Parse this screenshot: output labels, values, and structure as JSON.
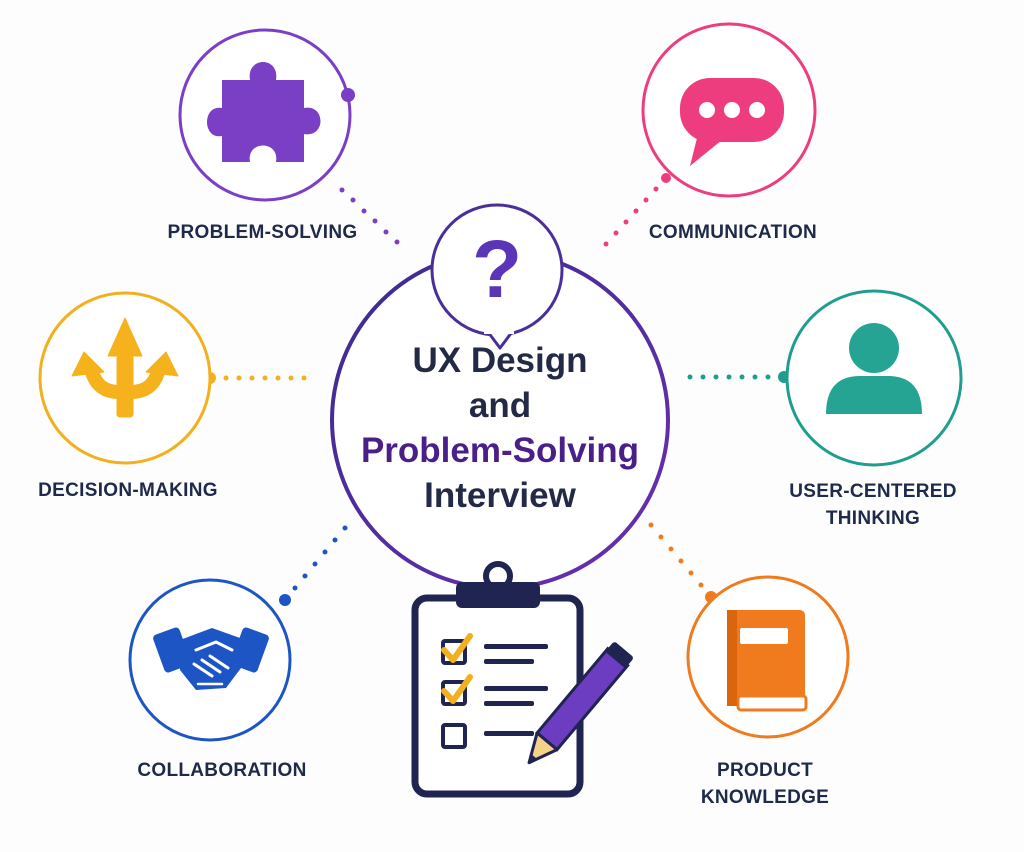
{
  "center": {
    "line1": "UX Design",
    "line2": "and",
    "line3": "Problem-Solving",
    "line4": "Interview"
  },
  "nodes": {
    "problem_solving": {
      "label": "PROBLEM-SOLVING",
      "icon": "puzzle-piece-icon",
      "color": "#7b3fc6"
    },
    "communication": {
      "label": "COMMUNICATION",
      "icon": "speech-bubble-icon",
      "color": "#ee3d7f"
    },
    "decision_making": {
      "label": "DECISION-MAKING",
      "icon": "branching-arrows-icon",
      "color": "#f2b01e"
    },
    "user_centered": {
      "label_line1": "USER-CENTERED",
      "label_line2": "THINKING",
      "icon": "user-icon",
      "color": "#1f9e8f"
    },
    "collaboration": {
      "label": "COLLABORATION",
      "icon": "handshake-icon",
      "color": "#1d55c4"
    },
    "product_knowledge": {
      "label_line1": "PRODUCT",
      "label_line2": "KNOWLEDGE",
      "icon": "book-icon",
      "color": "#f07a1e"
    }
  },
  "colors": {
    "center_ring": "#4a1f8a",
    "center_accent_text": "#4a1f8a",
    "clipboard": "#1f2450",
    "check": "#f2b01e",
    "pencil": "#6c3dc0"
  }
}
